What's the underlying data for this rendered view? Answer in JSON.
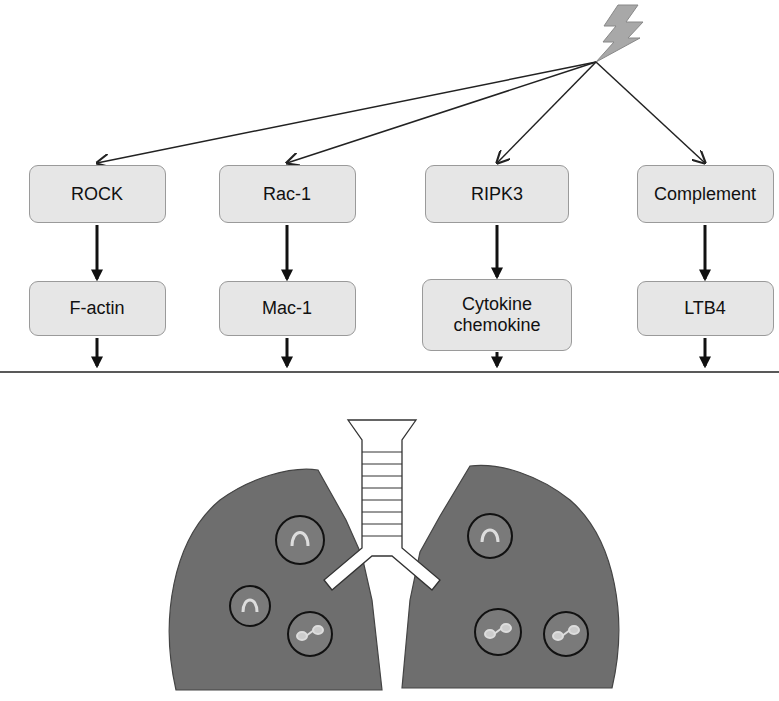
{
  "diagram": {
    "nodes": [
      {
        "text": [
          "ROCK"
        ]
      },
      {
        "text": [
          "F-actin"
        ]
      },
      {
        "text": [
          "Rac-1"
        ]
      },
      {
        "text": [
          "Mac-1"
        ]
      },
      {
        "text": [
          "RIPK3"
        ]
      },
      {
        "text": [
          "Cytokine chemokine"
        ]
      },
      {
        "text": [
          "Complement"
        ]
      },
      {
        "text": [
          "LTB4"
        ]
      }
    ],
    "edges": [
      {
        "from": 0,
        "to": 1,
        "arrow": "to"
      },
      {
        "from": 2,
        "to": 3,
        "arrow": "to"
      },
      {
        "from": 4,
        "to": 5,
        "arrow": "to"
      },
      {
        "from": 6,
        "to": 7,
        "arrow": "to"
      }
    ]
  }
}
